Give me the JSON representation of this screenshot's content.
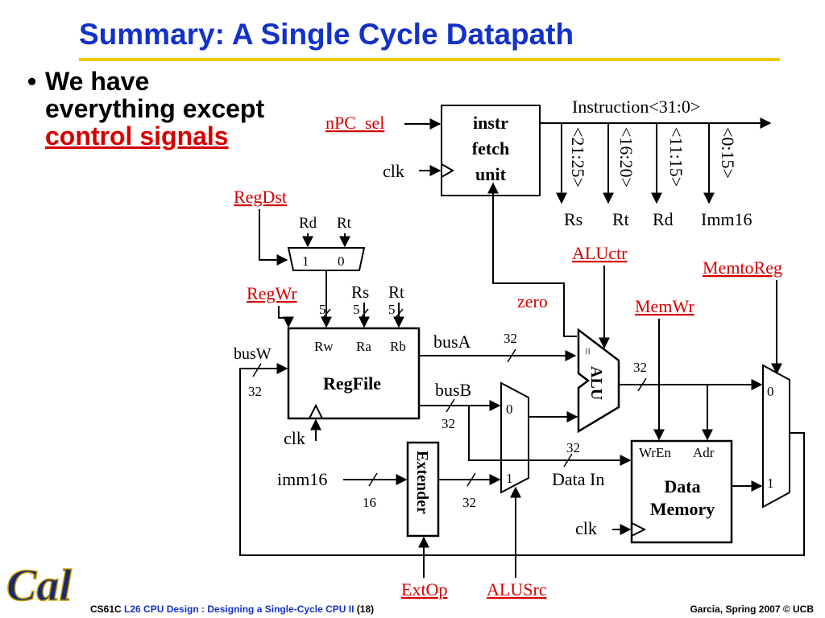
{
  "slide": {
    "title": "Summary: A Single Cycle Datapath",
    "bullet_text": "We have everything except",
    "bullet_highlight": "control signals"
  },
  "diagram": {
    "instr_fetch": {
      "line1": "instr",
      "line2": "fetch",
      "line3": "unit",
      "clk": "clk"
    },
    "npc_sel": "nPC_sel",
    "instruction": "Instruction<31:0>",
    "fields": [
      "<21:25>",
      "<16:20>",
      "<11:15>",
      "<0:15>"
    ],
    "field_names": [
      "Rs",
      "Rt",
      "Rd",
      "Imm16"
    ],
    "regdst": "RegDst",
    "regdst_mux": {
      "in_rd": "Rd",
      "in_rt": "Rt",
      "sel1": "1",
      "sel0": "0"
    },
    "regwr": "RegWr",
    "regfile": {
      "label": "RegFile",
      "ports": [
        "Rw",
        "Ra",
        "Rb"
      ],
      "rs": "Rs",
      "rt": "Rt",
      "width_rw": "5",
      "width_ra": "5",
      "width_rb": "5",
      "busW": "busW",
      "busW_width": "32",
      "clk": "clk"
    },
    "busA": "busA",
    "busA_width": "32",
    "busB": "busB",
    "busB_width": "32",
    "zero": "zero",
    "aluctr": "ALUctr",
    "alu": {
      "label": "ALU",
      "eq": "=",
      "out_width": "32"
    },
    "memtoreg": "MemtoReg",
    "memwr": "MemWr",
    "alusrc_mux": {
      "sel0": "0",
      "sel1": "1"
    },
    "memtoreg_mux": {
      "sel0": "0",
      "sel1": "1"
    },
    "extender": {
      "label": "Extender",
      "in": "imm16",
      "in_width": "16",
      "out_width": "32"
    },
    "data_in": {
      "label": "Data In",
      "width": "32"
    },
    "data_memory": {
      "line1": "Data",
      "line2": "Memory",
      "wren": "WrEn",
      "adr": "Adr",
      "clk": "clk"
    },
    "extop": "ExtOp",
    "alusrc": "ALUSrc"
  },
  "footer": {
    "course": "CS61C",
    "lecture": "L26 CPU Design : Designing a Single-Cycle CPU II",
    "page": "(18)",
    "right": "Garcia, Spring 2007 © UCB"
  },
  "logo_text": "Cal",
  "colors": {
    "title": "#1432c8",
    "control": "#d40000",
    "rule": "#f0c800",
    "logo": "#1a2a6c"
  }
}
